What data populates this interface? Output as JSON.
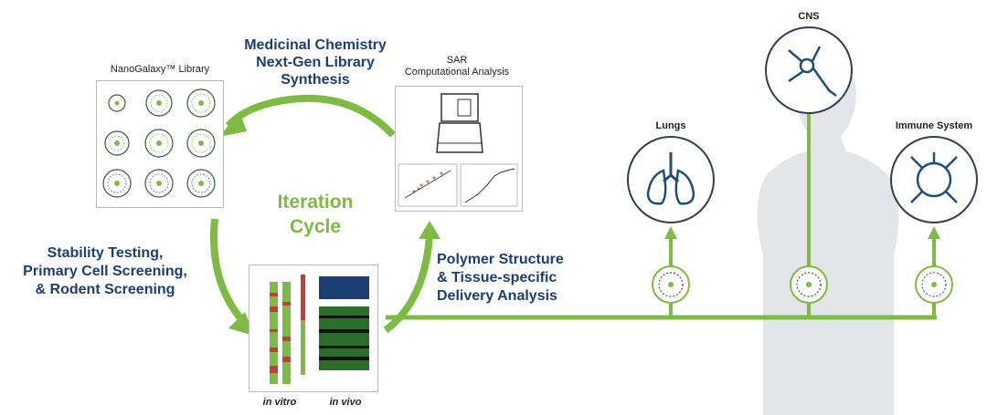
{
  "labels": {
    "medchem_line1": "Medicinal Chemistry",
    "medchem_line2": "Next-Gen Library",
    "medchem_line3": "Synthesis",
    "library_title": "NanoGalaxy™ Library",
    "sar_line1": "SAR",
    "sar_line2": "Computational Analysis",
    "iteration_line1": "Iteration",
    "iteration_line2": "Cycle",
    "stability_line1": "Stability Testing,",
    "stability_line2": "Primary Cell Screening,",
    "stability_line3": "& Rodent Screening",
    "polymer_line1": "Polymer Structure",
    "polymer_line2": "& Tissue-specific",
    "polymer_line3": "Delivery Analysis",
    "in_vitro": "in vitro",
    "in_vivo": "in vivo",
    "lungs": "Lungs",
    "cns": "CNS",
    "immune": "Immune System"
  },
  "colors": {
    "green": "#7dbb42",
    "navy": "#1b3f75",
    "silhouette": "#e3e5e8",
    "outline": "#2f3f4f"
  },
  "icons": {
    "lungs": "lungs-icon",
    "neuron": "neuron-icon",
    "immune": "immune-cell-icon",
    "nanoparticle": "nanoparticle-icon",
    "instrument": "lab-instrument-icon"
  }
}
